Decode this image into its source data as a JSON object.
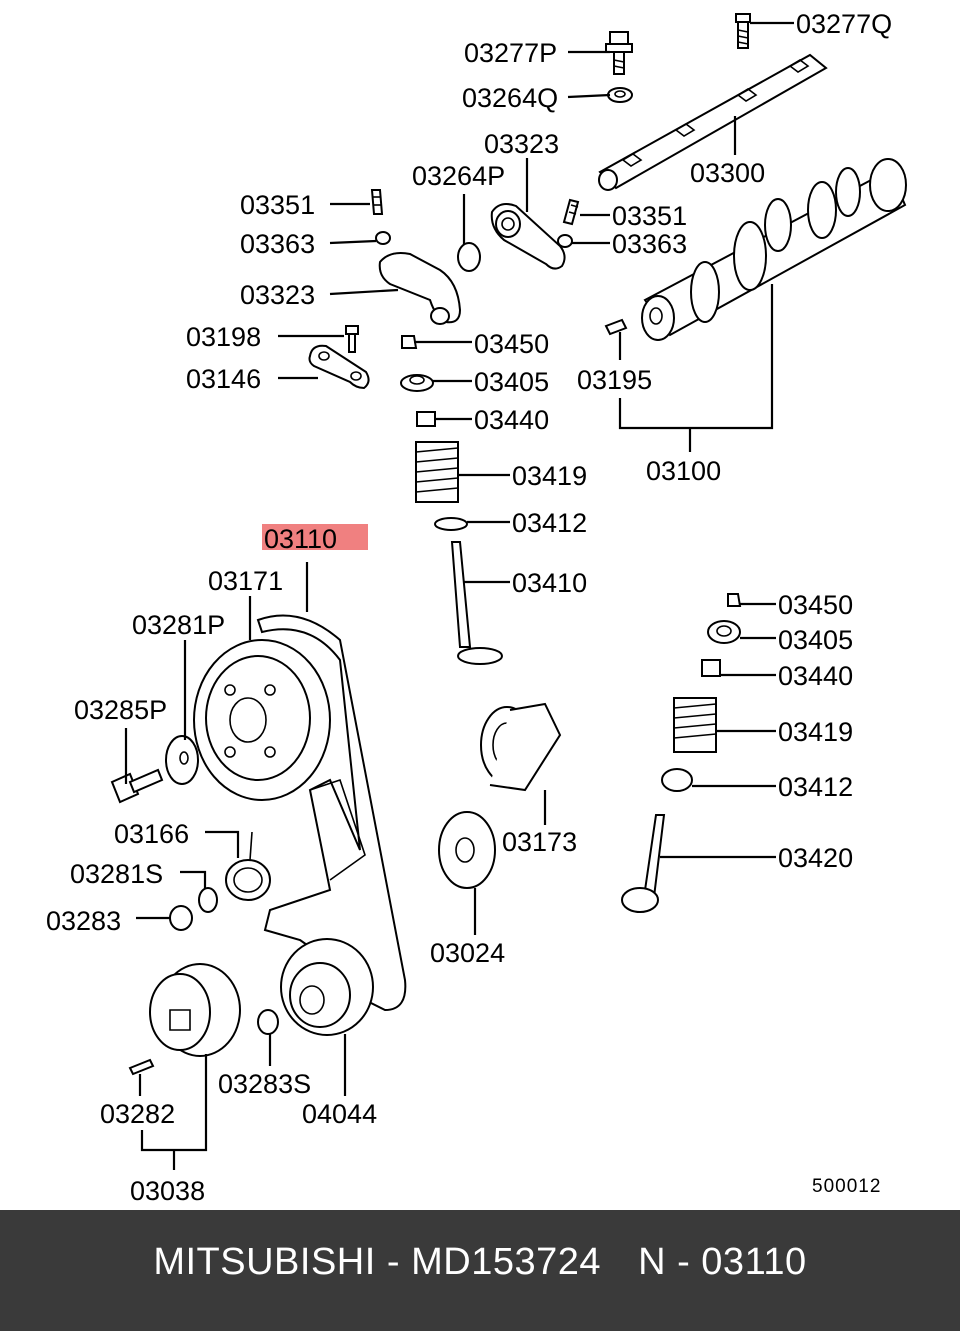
{
  "diagram": {
    "highlight_color": "#f08080",
    "reference_code": "500012",
    "labels": {
      "l03277Q": "03277Q",
      "l03277P": "03277P",
      "l03264Q": "03264Q",
      "l03323a": "03323",
      "l03300": "03300",
      "l03264P": "03264P",
      "l03351a": "03351",
      "l03351b": "03351",
      "l03363a": "03363",
      "l03363b": "03363",
      "l03323b": "03323",
      "l03198": "03198",
      "l03450a": "03450",
      "l03146": "03146",
      "l03405a": "03405",
      "l03195": "03195",
      "l03440a": "03440",
      "l03419a": "03419",
      "l03100": "03100",
      "l03412a": "03412",
      "l03110": "03110",
      "l03171": "03171",
      "l03410": "03410",
      "l03281P": "03281P",
      "l03450b": "03450",
      "l03405b": "03405",
      "l03285P": "03285P",
      "l03440b": "03440",
      "l03419b": "03419",
      "l03412b": "03412",
      "l03166": "03166",
      "l03173": "03173",
      "l03420": "03420",
      "l03281S": "03281S",
      "l03283": "03283",
      "l03024": "03024",
      "l03283S": "03283S",
      "l04044": "04044",
      "l03282": "03282",
      "l03038": "03038"
    }
  },
  "footer": {
    "brand": "MITSUBISHI",
    "separator": "-",
    "part_number": "MD153724",
    "position_prefix": "N",
    "position_separator": "-",
    "position_number": "03110"
  }
}
